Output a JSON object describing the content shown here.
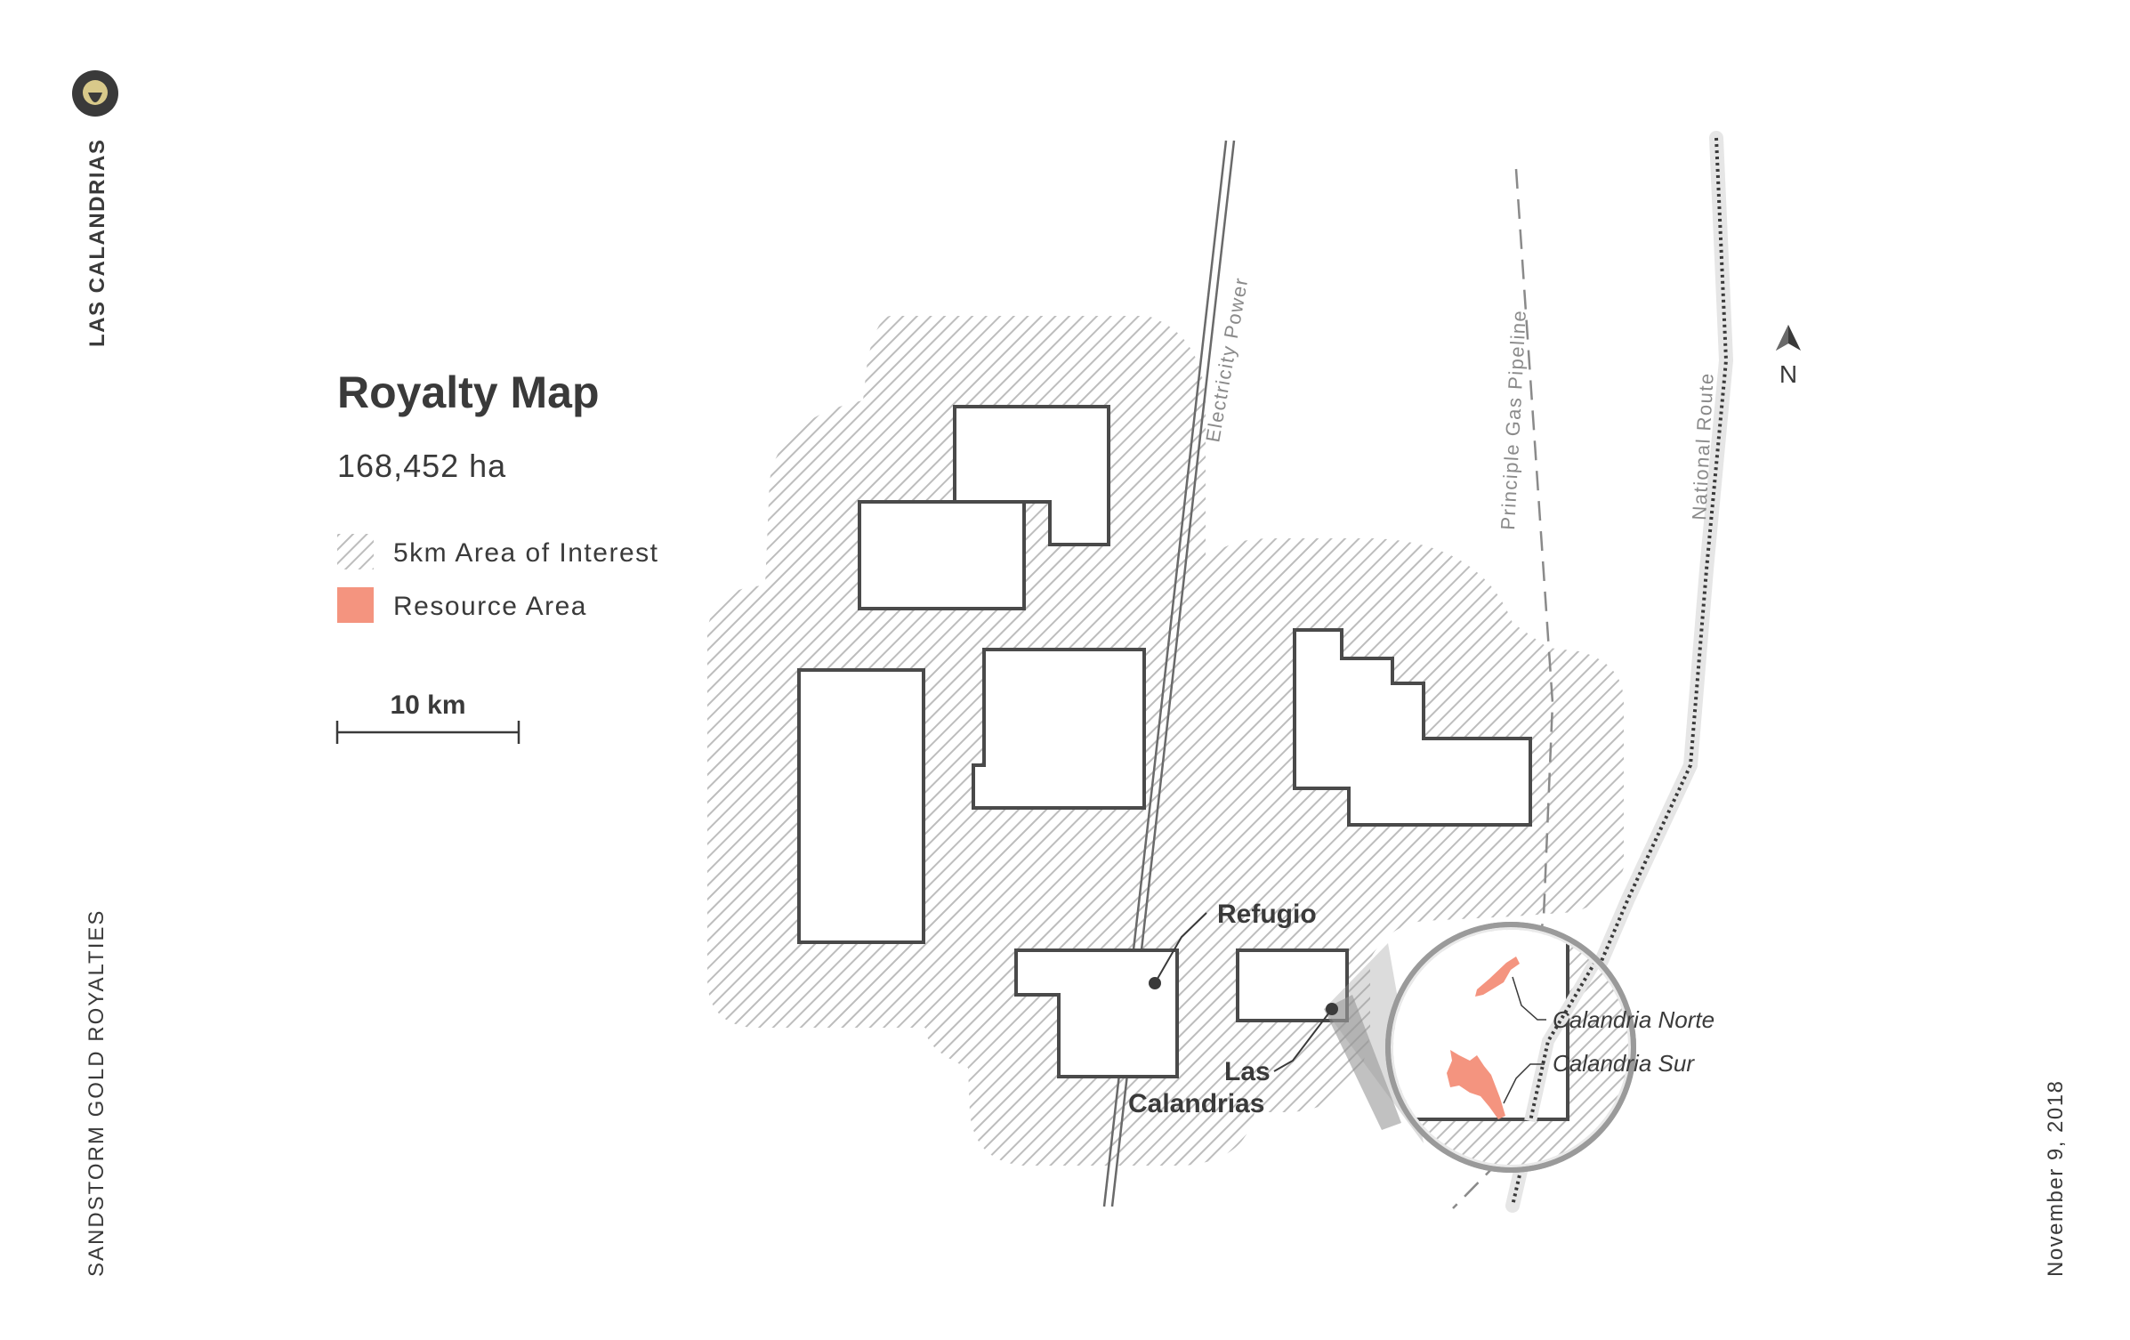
{
  "brand": {
    "project_name": "LAS CALANDRIAS",
    "company": "SANDSTORM GOLD ROYALTIES",
    "logo_icon": "location-pin-icon",
    "accent_color": "#d8c98a"
  },
  "map": {
    "title": "Royalty Map",
    "area": "168,452 ha",
    "date": "November 9, 2018"
  },
  "legend": {
    "items": [
      {
        "label": "5km Area of Interest",
        "swatch": "hatch-swatch",
        "color": "#b9b9b9"
      },
      {
        "label": "Resource Area",
        "swatch": "solid-swatch",
        "color": "#f4947f"
      }
    ]
  },
  "scale_bar": {
    "label": "10 km"
  },
  "features": {
    "electricity_power": "Electricity Power",
    "gas_pipeline": "Principle Gas Pipeline",
    "national_route": "National Route"
  },
  "places": {
    "refugio": "Refugio",
    "las_calandrias_line1": "Las",
    "las_calandrias_line2": "Calandrias"
  },
  "inset": {
    "north_zone": "Calandria Norte",
    "south_zone": "Calandria Sur",
    "resource_color": "#f4947f"
  },
  "north_arrow": {
    "label": "N",
    "icon": "north-arrow-icon"
  }
}
